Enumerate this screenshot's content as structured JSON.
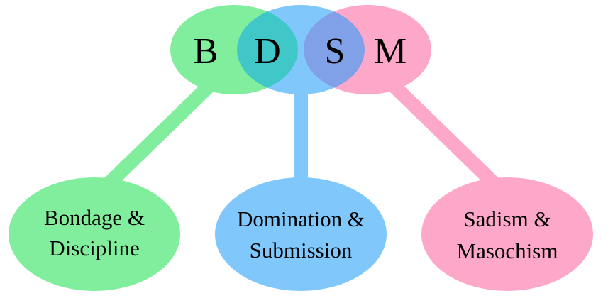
{
  "colors": {
    "green": "#80ee9c",
    "blue": "#80c8fc",
    "pink": "#fea8c9",
    "green_blue_overlap": "#40c8c8",
    "blue_pink_overlap": "#80a0e8",
    "text": "#000000",
    "background": "#ffffff"
  },
  "top_letters": [
    "B",
    "D",
    "S",
    "M"
  ],
  "nodes": [
    {
      "line1": "Bondage &",
      "line2": "Discipline"
    },
    {
      "line1": "Domination &",
      "line2": "Submission"
    },
    {
      "line1": "Sadism &",
      "line2": "Masochism"
    }
  ]
}
